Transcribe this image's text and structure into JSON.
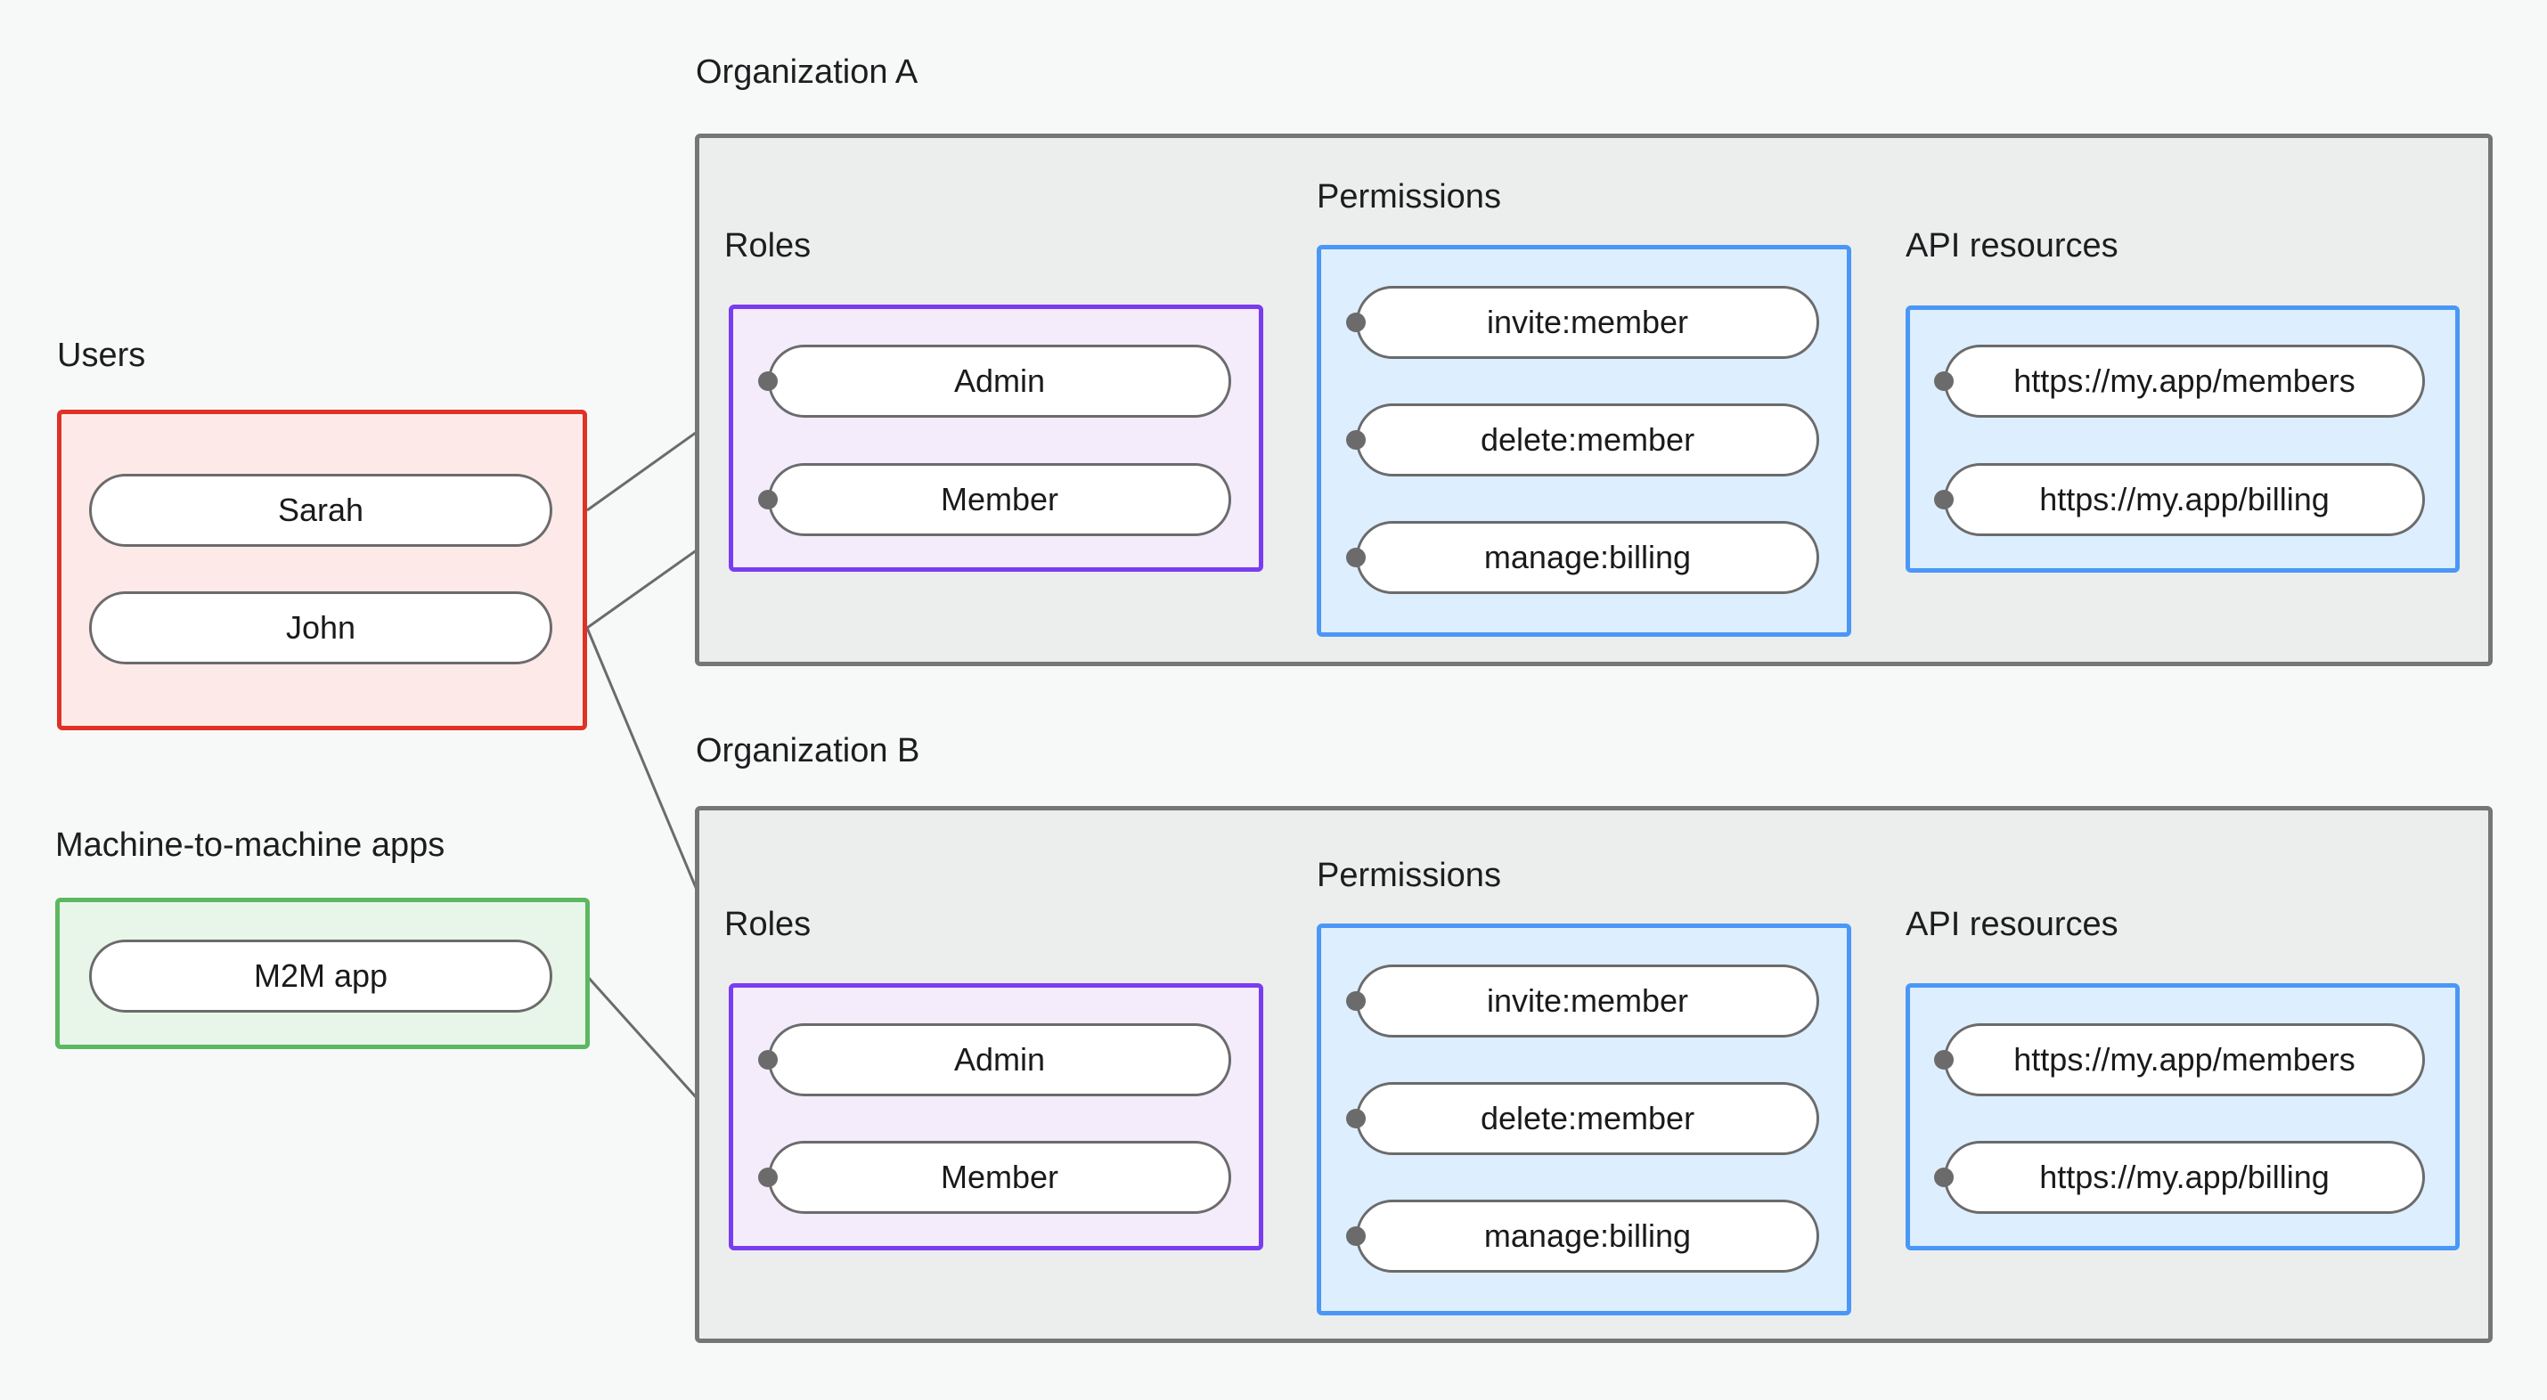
{
  "diagram": {
    "title_groups": {
      "users": "Users",
      "m2m": "Machine-to-machine apps",
      "org_a": "Organization A",
      "org_b": "Organization B",
      "roles": "Roles",
      "permissions": "Permissions",
      "api_resources": "API resources"
    },
    "colors": {
      "background": "#f7f9f8",
      "org_fill": "#eceeed",
      "org_stroke": "#767676",
      "users_fill": "#fdeae8",
      "users_stroke": "#e03127",
      "m2m_fill": "#e8f6e9",
      "m2m_stroke": "#5cb860",
      "roles_fill": "#f4ebfb",
      "roles_stroke": "#7a3cf0",
      "permissions_fill": "#ddeeff",
      "permissions_stroke": "#4a97f7",
      "api_fill": "#ddeeff",
      "api_stroke": "#4a97f7",
      "node_fill": "#ffffff",
      "node_stroke": "#6b6b6b",
      "edge_stroke": "#6b6b6b"
    },
    "users": {
      "label": "Users",
      "items": [
        {
          "label": "Sarah"
        },
        {
          "label": "John"
        }
      ]
    },
    "machine_to_machine": {
      "label": "Machine-to-machine apps",
      "items": [
        {
          "label": "M2M app"
        }
      ]
    },
    "organizations": [
      {
        "label": "Organization A",
        "roles": {
          "label": "Roles",
          "items": [
            {
              "label": "Admin"
            },
            {
              "label": "Member"
            }
          ]
        },
        "permissions": {
          "label": "Permissions",
          "items": [
            {
              "label": "invite:member"
            },
            {
              "label": "delete:member"
            },
            {
              "label": "manage:billing"
            }
          ]
        },
        "api_resources": {
          "label": "API resources",
          "items": [
            {
              "label": "https://my.app/members"
            },
            {
              "label": "https://my.app/billing"
            }
          ]
        }
      },
      {
        "label": "Organization B",
        "roles": {
          "label": "Roles",
          "items": [
            {
              "label": "Admin"
            },
            {
              "label": "Member"
            }
          ]
        },
        "permissions": {
          "label": "Permissions",
          "items": [
            {
              "label": "invite:member"
            },
            {
              "label": "delete:member"
            },
            {
              "label": "manage:billing"
            }
          ]
        },
        "api_resources": {
          "label": "API resources",
          "items": [
            {
              "label": "https://my.app/members"
            },
            {
              "label": "https://my.app/billing"
            }
          ]
        }
      }
    ],
    "connections": [
      {
        "from": "Sarah",
        "to": "Organization A / Admin"
      },
      {
        "from": "John",
        "to": "Organization A / Member"
      },
      {
        "from": "John",
        "to": "Organization B / Admin"
      },
      {
        "from": "M2M app",
        "to": "Organization B / Member"
      },
      {
        "from": "Organization A / Admin",
        "to": "invite:member"
      },
      {
        "from": "Organization A / Admin",
        "to": "delete:member"
      },
      {
        "from": "Organization A / Member",
        "to": "manage:billing"
      },
      {
        "from": "invite:member",
        "to": "https://my.app/members"
      },
      {
        "from": "delete:member",
        "to": "https://my.app/members"
      },
      {
        "from": "manage:billing",
        "to": "https://my.app/billing"
      },
      {
        "from": "Organization B / Admin",
        "to": "invite:member"
      },
      {
        "from": "Organization B / Admin",
        "to": "delete:member"
      },
      {
        "from": "Organization B / Member",
        "to": "manage:billing"
      }
    ]
  }
}
